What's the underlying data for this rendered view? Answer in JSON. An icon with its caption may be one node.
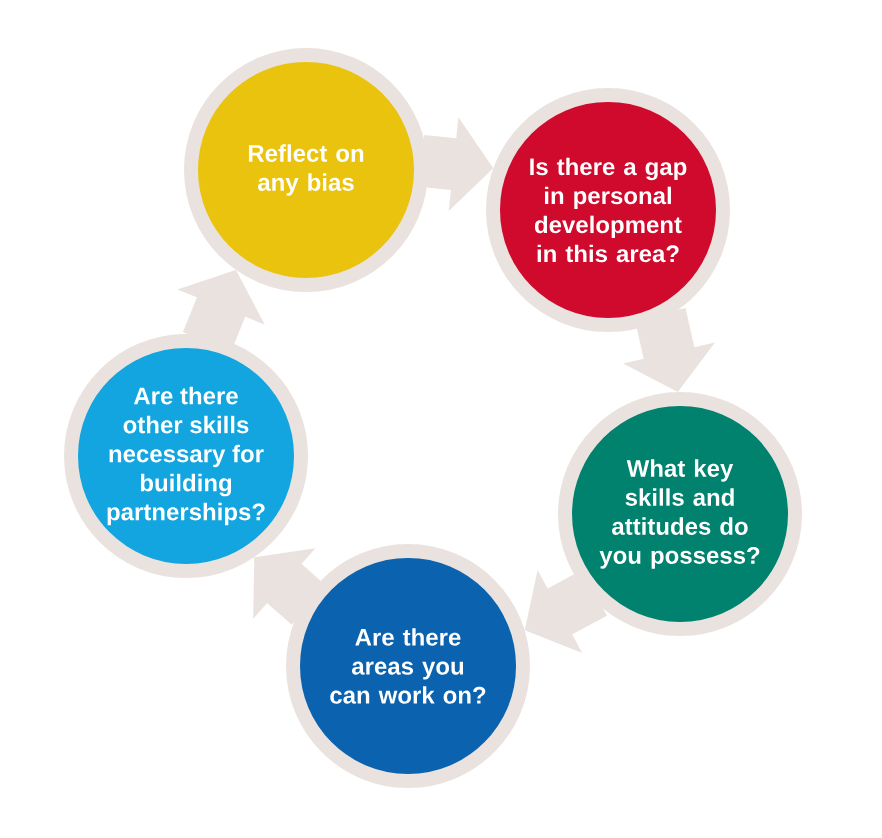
{
  "diagram": {
    "nodes": [
      {
        "text": [
          "Reflect on any bias"
        ]
      },
      {
        "text": [
          "Is there a gap in personal development in this area?"
        ]
      },
      {
        "text": [
          "What key skills and attitudes do you possess?"
        ]
      },
      {
        "text": [
          "Are there areas you can work on?"
        ]
      },
      {
        "text": [
          "Are there other skills necessary for building partnerships?"
        ]
      }
    ],
    "edges": [
      {
        "from": 0,
        "to": 1,
        "arrow": "to"
      },
      {
        "from": 1,
        "to": 2,
        "arrow": "to"
      },
      {
        "from": 2,
        "to": 3,
        "arrow": "to"
      },
      {
        "from": 3,
        "to": 4,
        "arrow": "to"
      },
      {
        "from": 4,
        "to": 0,
        "arrow": "to"
      }
    ]
  }
}
